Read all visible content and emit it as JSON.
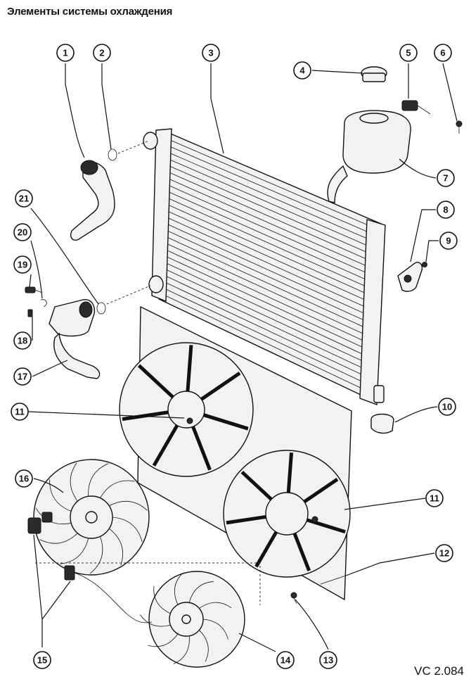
{
  "title": "Элементы системы охлаждения",
  "figure_code": "VC 2.084",
  "callouts": [
    "1",
    "2",
    "3",
    "4",
    "5",
    "6",
    "7",
    "8",
    "9",
    "10",
    "11",
    "11",
    "12",
    "13",
    "14",
    "15",
    "16",
    "17",
    "18",
    "19",
    "20",
    "21"
  ]
}
